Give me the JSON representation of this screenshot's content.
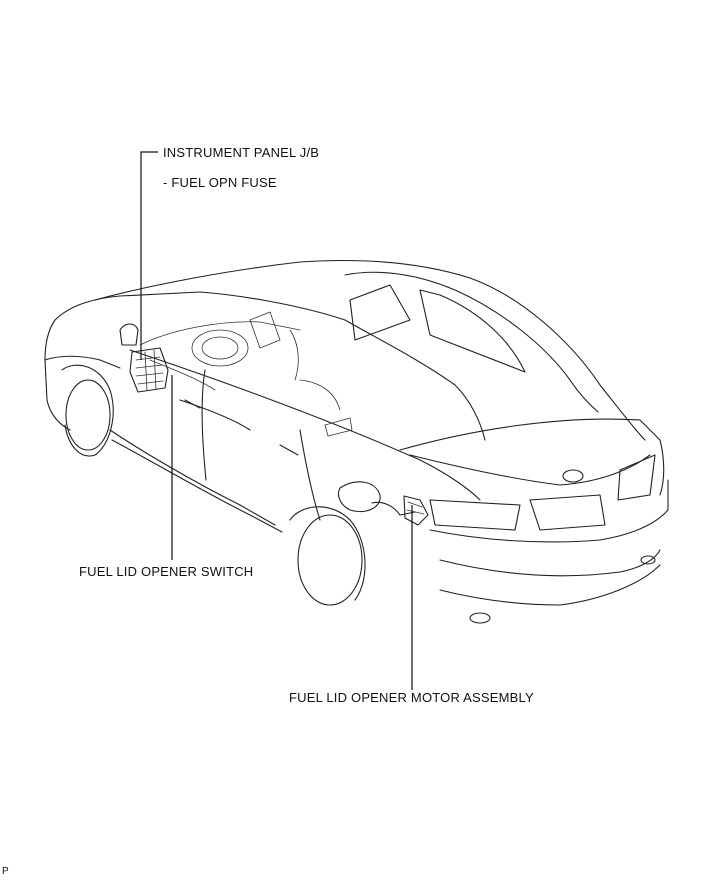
{
  "labels": {
    "instrument_panel_jb": "INSTRUMENT PANEL J/B",
    "fuel_opn_fuse": "- FUEL OPN FUSE",
    "fuel_lid_opener_switch": "FUEL LID OPENER SWITCH",
    "fuel_lid_opener_motor_assembly": "FUEL LID OPENER MOTOR ASSEMBLY"
  },
  "corner_mark": "P",
  "colors": {
    "line": "#222222",
    "background": "#ffffff"
  }
}
